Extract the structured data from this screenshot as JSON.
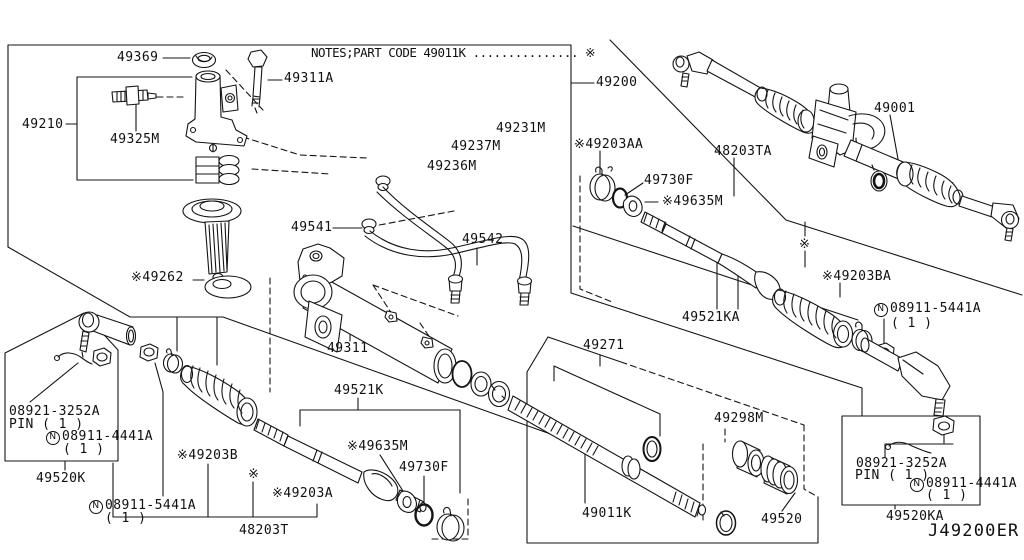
{
  "diagram": {
    "notes": "NOTES;PART CODE 49011K ............... ※",
    "drawing_code": "J49200ER",
    "labels": [
      {
        "text": "49369"
      },
      {
        "text": "49311A"
      },
      {
        "text": "49210"
      },
      {
        "text": "49325M"
      },
      {
        "text": "※49262"
      },
      {
        "text": "49541"
      },
      {
        "text": "49542"
      },
      {
        "text": "49236M"
      },
      {
        "text": "49237M"
      },
      {
        "text": "49231M"
      },
      {
        "text": "49200"
      },
      {
        "text": "※49203AA"
      },
      {
        "text": "48203TA"
      },
      {
        "text": "49730F"
      },
      {
        "text": "※49635M"
      },
      {
        "text": "49001"
      },
      {
        "text": "※"
      },
      {
        "text": "※49203BA"
      },
      {
        "badge": "N",
        "text": "08911-5441A"
      },
      {
        "text": "( 1 )"
      },
      {
        "text": "49521KA"
      },
      {
        "text": "49311"
      },
      {
        "text": "49521K"
      },
      {
        "text": "※49635M"
      },
      {
        "text": "49730F"
      },
      {
        "text": "※49203B"
      },
      {
        "text": "※"
      },
      {
        "text": "※49203A"
      },
      {
        "text": "48203T"
      },
      {
        "text": "08921-3252A"
      },
      {
        "text": "PIN ( 1 )"
      },
      {
        "badge": "N",
        "text": "08911-4441A"
      },
      {
        "text": "( 1 )"
      },
      {
        "text": "49520K"
      },
      {
        "badge": "N",
        "text": "08911-5441A"
      },
      {
        "text": "( 1 )"
      },
      {
        "text": "49271"
      },
      {
        "text": "49298M"
      },
      {
        "text": "49011K"
      },
      {
        "text": "49520"
      },
      {
        "text": "08921-3252A"
      },
      {
        "text": "PIN ( 1 )"
      },
      {
        "badge": "N",
        "text": "08911-4441A"
      },
      {
        "text": "( 1 )"
      },
      {
        "text": "49520KA"
      }
    ]
  }
}
